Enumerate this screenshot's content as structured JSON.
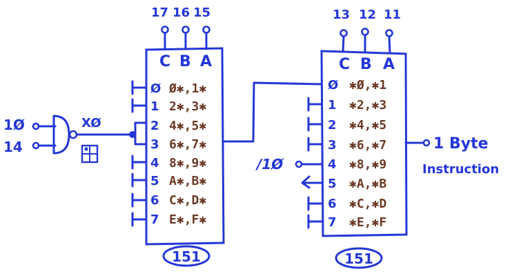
{
  "colors": {
    "ink_blue": "#2437d6",
    "ink_brown": "#6b3a26",
    "background": "#ffffff"
  },
  "gate": {
    "type": "NAND",
    "inputs": [
      "1Ø",
      "14"
    ],
    "output_label": "XØ",
    "chip_icon": "quad-gate-chip-icon"
  },
  "mux1": {
    "part": "151",
    "select_pins": [
      "17",
      "16",
      "15"
    ],
    "select_labels": [
      "C",
      "B",
      "A"
    ],
    "rows": [
      {
        "input": "Ø",
        "value": "Ø✱,1✱"
      },
      {
        "input": "1",
        "value": "2✱,3✱"
      },
      {
        "input": "2",
        "value": "4✱,5✱"
      },
      {
        "input": "3",
        "value": "6✱,7✱"
      },
      {
        "input": "4",
        "value": "8✱,9✱"
      },
      {
        "input": "5",
        "value": "A✱,B✱"
      },
      {
        "input": "6",
        "value": "C✱,D✱"
      },
      {
        "input": "7",
        "value": "E✱,F✱"
      }
    ]
  },
  "mux2": {
    "part": "151",
    "select_pins": [
      "13",
      "12",
      "11"
    ],
    "select_labels": [
      "C",
      "B",
      "A"
    ],
    "rows": [
      {
        "input": "Ø",
        "value": "✱Ø,✱1"
      },
      {
        "input": "1",
        "value": "✱2,✱3"
      },
      {
        "input": "2",
        "value": "✱4,✱5"
      },
      {
        "input": "3",
        "value": "✱6,✱7"
      },
      {
        "input": "4",
        "value": "✱8,✱9"
      },
      {
        "input": "5",
        "value": "✱A,✱B"
      },
      {
        "input": "6",
        "value": "✱C,✱D"
      },
      {
        "input": "7",
        "value": "✱E,✱F"
      }
    ],
    "input4_signal": "/1Ø",
    "output_label_line1": "1 Byte",
    "output_label_line2": "Instruction"
  }
}
